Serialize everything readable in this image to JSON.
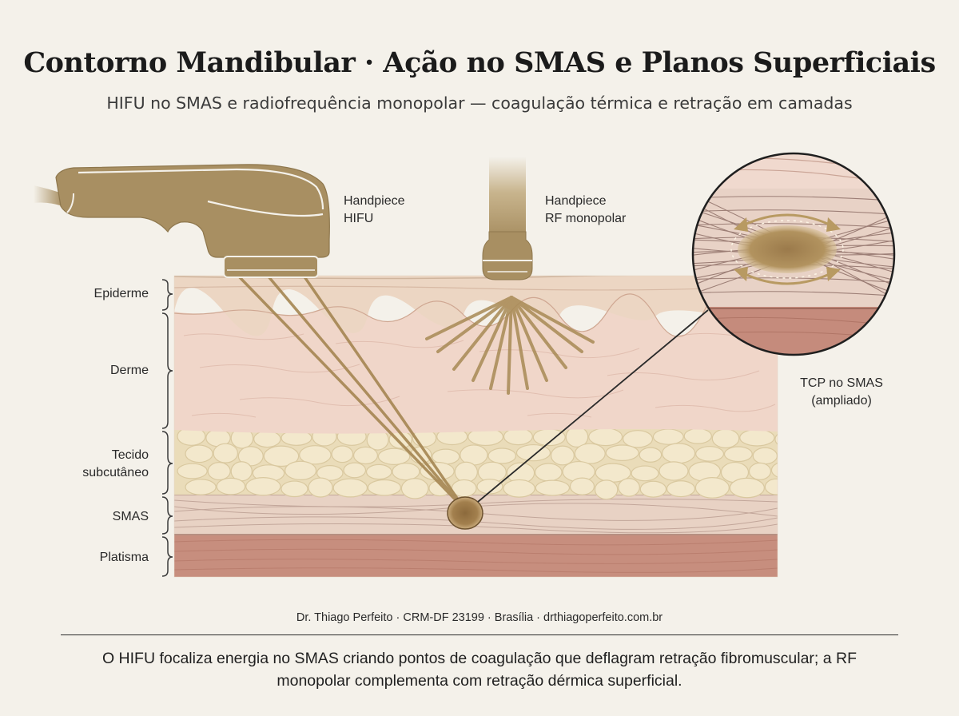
{
  "header": {
    "title": "Contorno Mandibular · Ação no SMAS e Planos Superficiais",
    "subtitle": "HIFU no SMAS e radiofrequência monopolar — coagulação térmica e retração em camadas"
  },
  "devices": {
    "hifu_line1": "Handpiece",
    "hifu_line2": "HIFU",
    "rf_line1": "Handpiece",
    "rf_line2": "RF monopolar"
  },
  "layers": {
    "epiderme": "Epiderme",
    "derme": "Derme",
    "subcutaneo_line1": "Tecido",
    "subcutaneo_line2": "subcutâneo",
    "smas": "SMAS",
    "platisma": "Platisma"
  },
  "zoom": {
    "line1": "TCP no SMAS",
    "line2": "(ampliado)"
  },
  "footer": {
    "credit": "Dr. Thiago Perfeito · CRM-DF 23199 · Brasília · drthiagoperfeito.com.br",
    "caption": "O HIFU focaliza energia no SMAS criando pontos de coagulação que deflagram retração fibromuscular; a RF monopolar complementa com retração dérmica superficial."
  },
  "colors": {
    "device": "#a88f62",
    "epidermis": "#eed9c6",
    "dermis": "#f0d5c8",
    "fat": "#efe2c2",
    "smas": "#e9d3c5",
    "platysma": "#c98f7f",
    "lesion": "#9a7748"
  }
}
